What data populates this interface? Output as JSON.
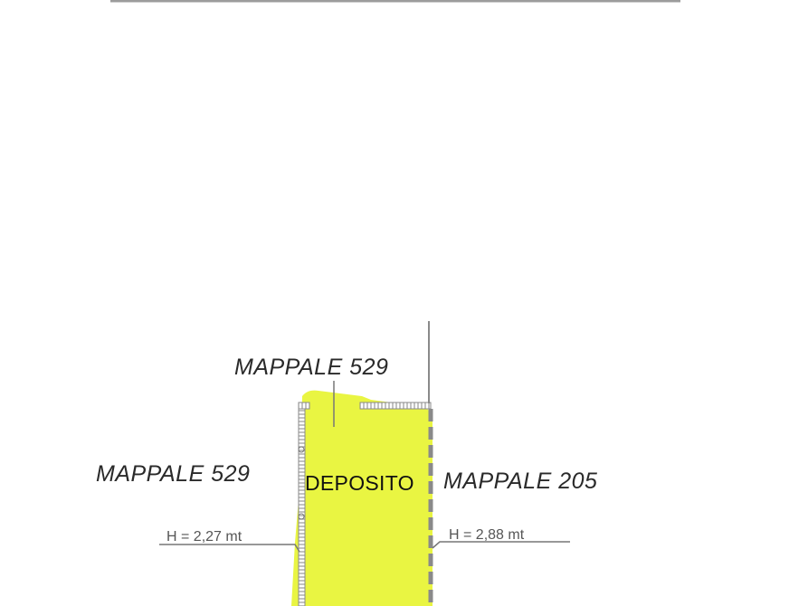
{
  "labels": {
    "mappale_top": "MAPPALE 529",
    "mappale_left": "MAPPALE 529",
    "mappale_right": "MAPPALE 205",
    "room": "DEPOSITO",
    "height_left": "H = 2,27 mt",
    "height_right": "H = 2,88 mt"
  },
  "colors": {
    "room_fill": "#e9f542",
    "wall": "#8a8a8a",
    "hatch": "#a6a6a6",
    "text": "#2a2a2a"
  }
}
